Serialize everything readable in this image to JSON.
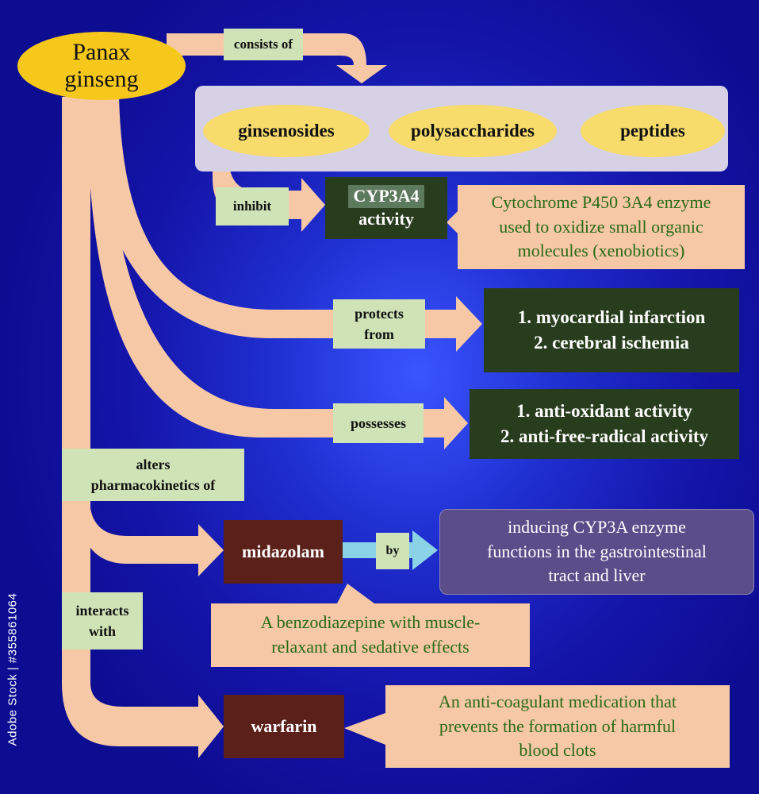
{
  "source": {
    "label": "Panax ginseng",
    "line1": "Panax",
    "line2": "ginseng"
  },
  "relations": {
    "consists_of": "consists of",
    "inhibit": "inhibit",
    "protects_from_1": "protects",
    "protects_from_2": "from",
    "possesses": "possesses",
    "alters_1": "alters",
    "alters_2": "pharmacokinetics of",
    "interacts_1": "interacts",
    "interacts_2": "with",
    "by": "by"
  },
  "components": [
    "ginsenosides",
    "polysaccharides",
    "peptides"
  ],
  "cyp3a4": {
    "tag": "CYP3A4",
    "line2": "activity"
  },
  "cyp3a4_note": {
    "line1": "Cytochrome P450 3A4 enzyme",
    "line2": "used to oxidize small organic",
    "line3": "molecules (xenobiotics)"
  },
  "protection": {
    "item1": "1. myocardial infarction",
    "item2": "2. cerebral ischemia"
  },
  "activities": {
    "item1": "1. anti-oxidant activity",
    "item2": "2. anti-free-radical activity"
  },
  "midazolam": {
    "label": "midazolam",
    "mechanism_line1": "inducing CYP3A enzyme",
    "mechanism_line2": "functions in the gastrointestinal",
    "mechanism_line3": "tract and liver",
    "note_line1": "A benzodiazepine with muscle-",
    "note_line2": "relaxant and sedative effects"
  },
  "warfarin": {
    "label": "warfarin",
    "note_line1": "An anti-coagulant medication that",
    "note_line2": "prevents the formation of harmful",
    "note_line3": "blood clots"
  },
  "watermark": {
    "text": "Adobe Stock | #355861064"
  },
  "colors": {
    "background": "#1414a8",
    "arrow": "#f6c8a6",
    "source_ellipse": "#f7c81c",
    "component_ellipse": "#f7dc6b",
    "relation_label": "#cfe3b7",
    "dark_box": "#283d1d",
    "note_box": "#f6c8a6",
    "drug_box": "#5b2019",
    "mechanism_box": "#5b4d8a",
    "by_arrow": "#8ad3e6"
  }
}
